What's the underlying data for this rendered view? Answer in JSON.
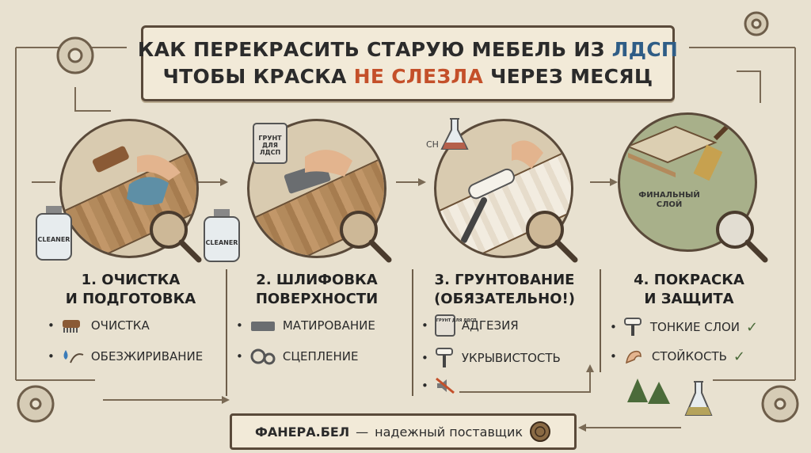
{
  "title": {
    "line1_part1": "КАК ПЕРЕКРАСИТЬ СТАРУЮ МЕБЕЛЬ ИЗ ",
    "line1_accent": "ЛДСП",
    "line2_part1": "ЧТОБЫ КРАСКА ",
    "line2_accent": "НЕ СЛЕЗЛА",
    "line2_part2": " ЧЕРЕЗ МЕСЯЦ"
  },
  "colors": {
    "accent_blue": "#2f5d86",
    "accent_red": "#c4502a",
    "frame": "#5a4a3a",
    "paper": "#e8e1d0"
  },
  "illustration_labels": {
    "cleaner": "CLEANER",
    "primer_can": "ГРУНТ ДЛЯ ЛДСП",
    "chem_formula": "CH",
    "final_layer": "ФИНАЛЬНЫЙ СЛОЙ"
  },
  "steps": [
    {
      "title_line1": "1. ОЧИСТКА",
      "title_line2": "И ПОДГОТОВКА",
      "bullets": [
        {
          "icon": "brush-icon",
          "label": "ОЧИСТКА"
        },
        {
          "icon": "degrease-hand-icon",
          "label": "ОБЕЗЖИРИВАНИЕ"
        }
      ]
    },
    {
      "title_line1": "2. ШЛИФОВКА",
      "title_line2": "ПОВЕРХНОСТИ",
      "bullets": [
        {
          "icon": "sanding-block-icon",
          "label": "МАТИРОВАНИЕ"
        },
        {
          "icon": "gears-icon",
          "label": "СЦЕПЛЕНИЕ"
        }
      ]
    },
    {
      "title_line1": "3. ГРУНТОВАНИЕ",
      "title_line2": "(ОБЯЗАТЕЛЬНО!)",
      "bullets": [
        {
          "icon": "primer-can-icon",
          "label": "АДГЕЗИЯ",
          "icon_text": "ГРУНТ ДЛЯ ЛДСП"
        },
        {
          "icon": "roller-icon",
          "label": "УКРЫВИСТОСТЬ"
        },
        {
          "icon": "muted-icon",
          "label": ""
        }
      ]
    },
    {
      "title_line1": "4. ПОКРАСКА",
      "title_line2": "И ЗАЩИТА",
      "bullets": [
        {
          "icon": "roller-icon",
          "label": "ТОНКИЕ СЛОИ"
        },
        {
          "icon": "strength-arm-icon",
          "label": "СТОЙКОСТЬ"
        }
      ]
    }
  ],
  "footer": {
    "brand": "ФАНЕРА.БЕЛ",
    "dash": "—",
    "tagline": "надежный поставщик"
  }
}
